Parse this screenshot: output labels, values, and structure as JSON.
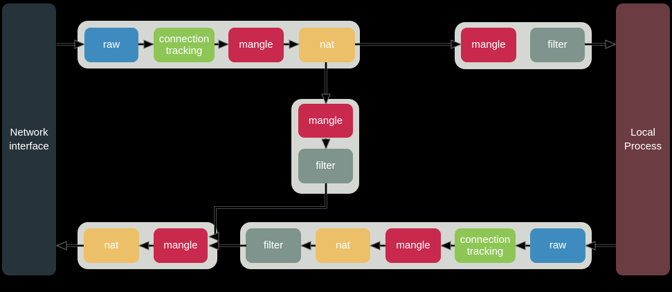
{
  "endpoints": {
    "left": {
      "label": "Network interface",
      "color": "#26333a"
    },
    "right": {
      "label": "Local Process",
      "color": "#6b3c42"
    }
  },
  "chains": {
    "top_left": {
      "nodes": [
        {
          "label": "raw",
          "color": "#3e8cbf"
        },
        {
          "label": "connection tracking",
          "color": "#8dc655"
        },
        {
          "label": "mangle",
          "color": "#c8294c"
        },
        {
          "label": "nat",
          "color": "#ecc068"
        }
      ]
    },
    "top_right": {
      "nodes": [
        {
          "label": "mangle",
          "color": "#c8294c"
        },
        {
          "label": "filter",
          "color": "#7e948d"
        }
      ]
    },
    "middle": {
      "nodes": [
        {
          "label": "mangle",
          "color": "#c8294c"
        },
        {
          "label": "filter",
          "color": "#7e948d"
        }
      ]
    },
    "bottom_left": {
      "nodes": [
        {
          "label": "nat",
          "color": "#ecc068"
        },
        {
          "label": "mangle",
          "color": "#c8294c"
        }
      ]
    },
    "bottom_right": {
      "nodes": [
        {
          "label": "filter",
          "color": "#7e948d"
        },
        {
          "label": "nat",
          "color": "#ecc068"
        },
        {
          "label": "mangle",
          "color": "#c8294c"
        },
        {
          "label": "connection tracking",
          "color": "#8dc655"
        },
        {
          "label": "raw",
          "color": "#3e8cbf"
        }
      ]
    }
  },
  "colors": {
    "background": "#000000",
    "container": "#d5d8d2",
    "arrow": "#000000",
    "text": "#ffffff"
  }
}
